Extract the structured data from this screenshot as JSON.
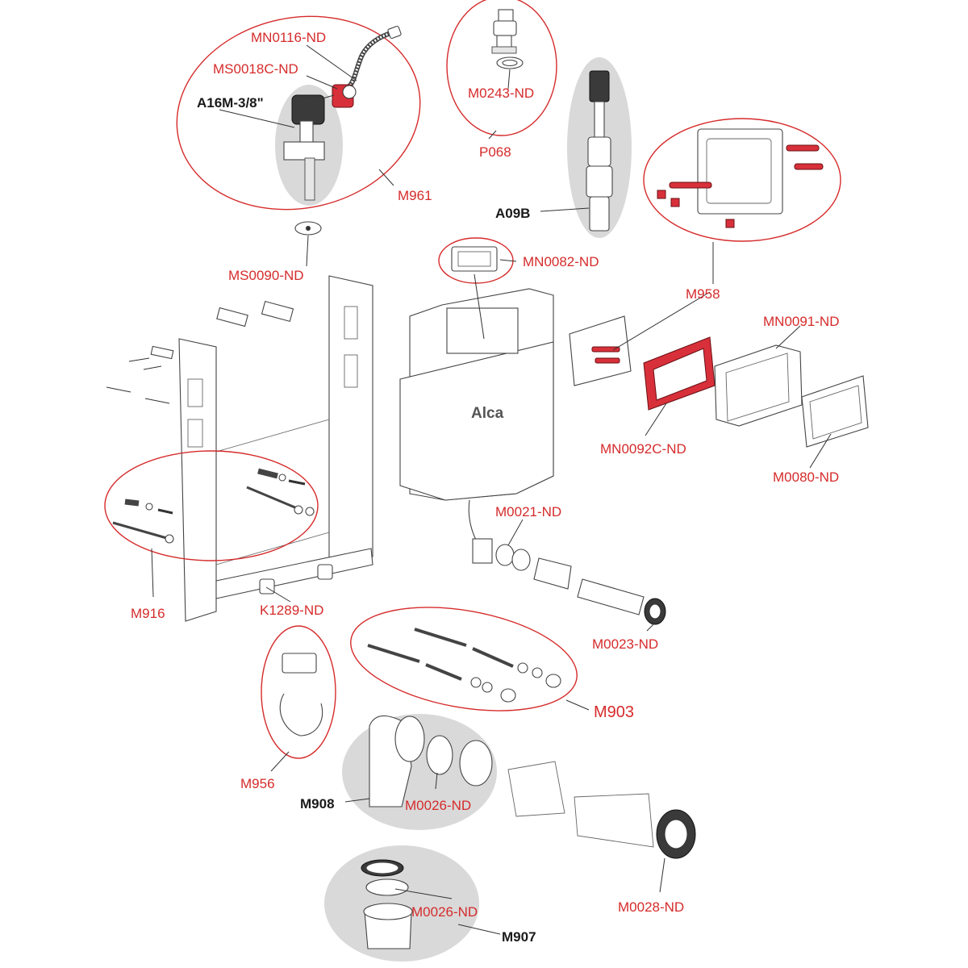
{
  "labels": {
    "mn0116": "MN0116-ND",
    "ms0018c": "MS0018C-ND",
    "a16m": "A16M-3/8\"",
    "m961": "M961",
    "m0243": "M0243-ND",
    "p068": "P068",
    "a09b": "A09B",
    "ms0090": "MS0090-ND",
    "mn0082": "MN0082-ND",
    "m958": "M958",
    "mn0091": "MN0091-ND",
    "mn0092c": "MN0092C-ND",
    "m0080": "M0080-ND",
    "m0021": "M0021-ND",
    "m916": "M916",
    "k1289": "K1289-ND",
    "m0023": "M0023-ND",
    "m903": "M903",
    "m956": "M956",
    "m908": "M908",
    "m0026_a": "M0026-ND",
    "m0028": "M0028-ND",
    "m0026_b": "M0026-ND",
    "m907": "M907"
  },
  "brand": {
    "logo_text": "Alca"
  },
  "colors": {
    "label_red": "#d62b2b",
    "label_dark": "#1a1a1a",
    "part_red": "#d8303a",
    "shade_grey": "#d9d9d9"
  }
}
